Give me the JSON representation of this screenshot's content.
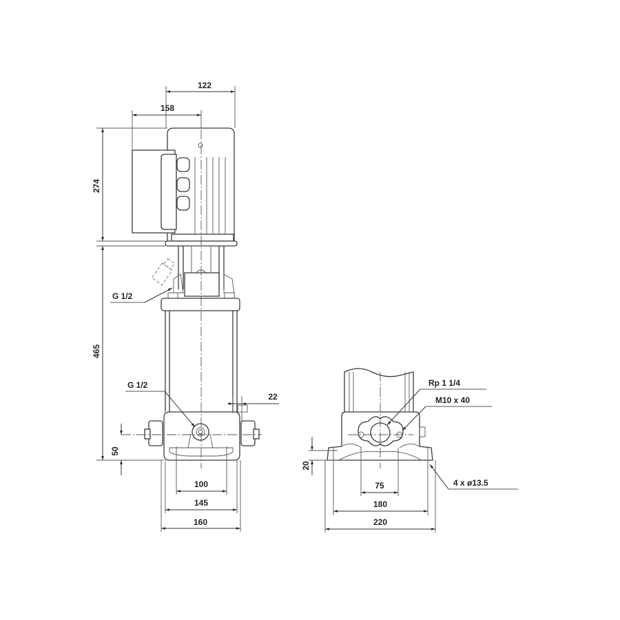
{
  "drawing": {
    "title": "Vertical multistage pump dimensional drawing",
    "side_view": {
      "dimensions": {
        "motor_right_width": "122",
        "terminal_box_width": "158",
        "motor_height": "274",
        "pump_height": "465",
        "bottom_port_height": "50",
        "base_offset": "22",
        "base_inner": "100",
        "base_mid": "145",
        "base_outer": "160"
      },
      "callouts": {
        "vent_plug": "G 1/2",
        "drain_plug": "G 1/2"
      }
    },
    "base_view": {
      "dimensions": {
        "foot_height": "20",
        "flange_bolt_spacing": "75",
        "foot_hole_spacing": "180",
        "foot_width": "220"
      },
      "callouts": {
        "port_thread": "Rp 1 1/4",
        "flange_bolts": "M10 x 40",
        "foot_holes": "4 x ø13.5"
      }
    }
  }
}
